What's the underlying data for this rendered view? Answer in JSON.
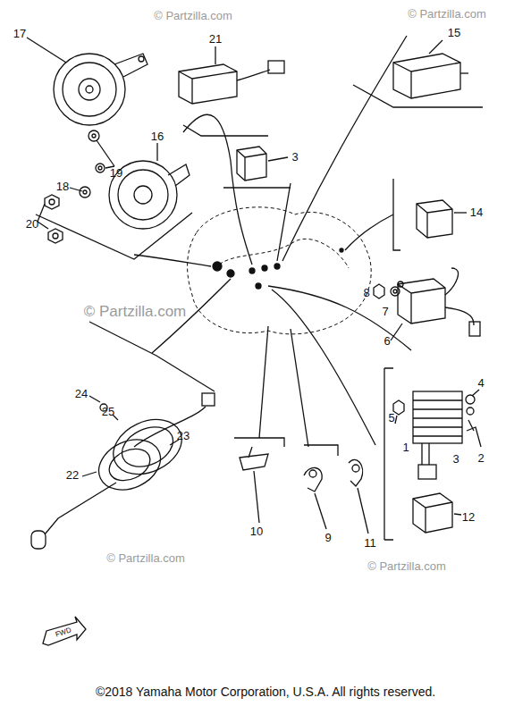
{
  "diagram": {
    "caption": "©2018 Yamaha Motor Corporation, U.S.A. All rights reserved.",
    "labels": [
      "17",
      "21",
      "15",
      "3",
      "18",
      "19",
      "16",
      "20",
      "14",
      "8",
      "7",
      "6",
      "4",
      "5",
      "3",
      "2",
      "1",
      "12",
      "24",
      "25",
      "23",
      "22",
      "10",
      "9",
      "11",
      "FWD",
      "© Partzilla.com",
      "© Partzilla.com",
      "© Partzilla.com",
      "© Partzilla.com",
      "© Partzilla.com"
    ]
  }
}
